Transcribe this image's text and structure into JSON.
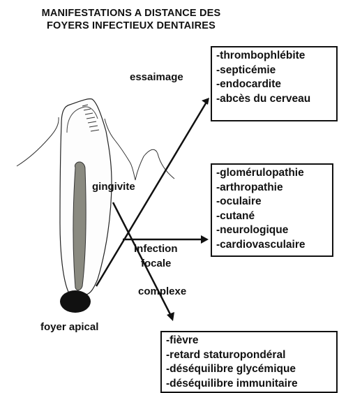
{
  "title": {
    "line1": "MANIFESTATIONS A DISTANCE DES",
    "line2": "FOYERS INFECTIEUX DENTAIRES"
  },
  "labels": {
    "essaimage": "essaimage",
    "gingivite": "gingivite",
    "infection": "infection",
    "focale": "focale",
    "complexe": "complexe",
    "foyer_apical": "foyer apical"
  },
  "boxes": {
    "essaimage": [
      "-thrombophlébite",
      "-septicémie",
      "-endocardite",
      "-abcès du cerveau"
    ],
    "focale": [
      "-glomérulopathie",
      "-arthropathie",
      "-oculaire",
      "-cutané",
      "-neurologique",
      "-cardiovasculaire"
    ],
    "complexe": [
      "-fièvre",
      "-retard staturopondéral",
      "-déséquilibre glycémique",
      "-déséquilibre immunitaire"
    ]
  }
}
